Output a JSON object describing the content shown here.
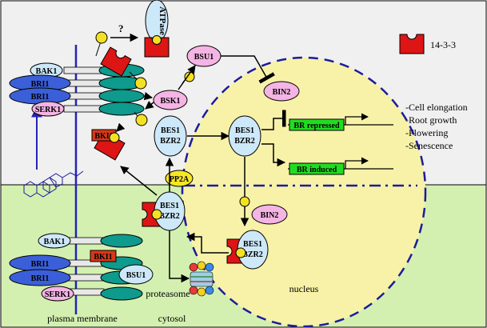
{
  "proteins": {
    "bak1": "BAK1",
    "bri1": "BRI1",
    "serk1": "SERK1",
    "bki1": "BKI1",
    "bsu1": "BSU1",
    "bsk1": "BSK1",
    "bin2": "BIN2",
    "bes1": "BES1",
    "bzr2": "BZR2",
    "pp2a": "PP2A",
    "atpase": "ATPase"
  },
  "unknown_mark": "?",
  "legend": {
    "label": "14-3-3"
  },
  "genes": {
    "repressed": "BR repressed",
    "induced": "BR induced"
  },
  "responses": [
    "-Cell elongation",
    "-Root growth",
    "-Flowering",
    "-Senescence"
  ],
  "compartments": {
    "nucleus": "nucleus",
    "cytosol": "cytosol",
    "plasma_membrane": "plasma membrane",
    "proteasome": "proteasome"
  },
  "colors": {
    "upper_bg": "#f0f0f0",
    "lower_bg": "#d4f0b0",
    "nucleus_fill": "#f8f2a8",
    "nucleus_border": "#1c1c9c",
    "membrane": "#2323b8",
    "receptor_blue": "#3b5fd8",
    "kinase_teal": "#0e9a8c",
    "protein_blue_light": "#cde8f8",
    "protein_pink": "#f4b4e4",
    "bki1_red": "#d83818",
    "protein_14_3_3": "#dd1515",
    "phosphate_yellow": "#f4e222",
    "gene_green": "#22dc22",
    "pp2a_yellow": "#f6e624"
  }
}
